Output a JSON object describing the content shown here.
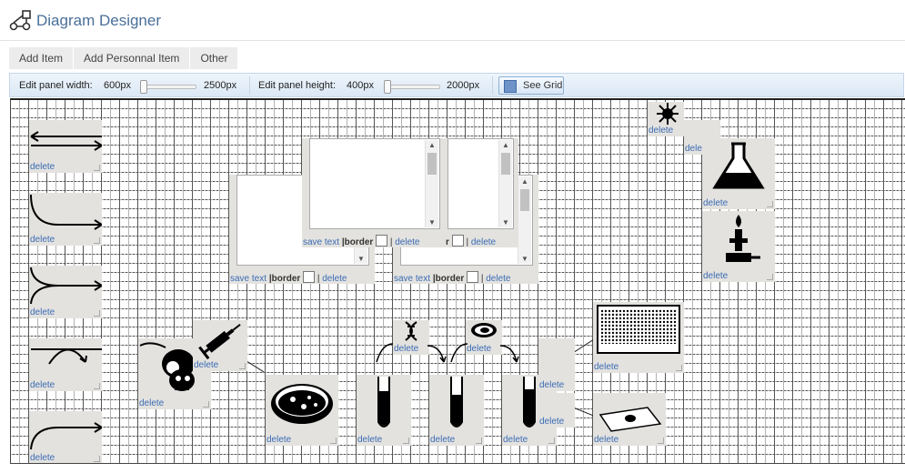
{
  "app": {
    "title": "Diagram Designer"
  },
  "menu": {
    "items": [
      "Add Item",
      "Add Personnal Item",
      "Other"
    ]
  },
  "toolbar": {
    "width_label": "Edit panel width:",
    "width_min": "600px",
    "width_max": "2500px",
    "height_label": "Edit panel height:",
    "height_min": "400px",
    "height_max": "2000px",
    "see_grid_label": "See Grid"
  },
  "canvas": {
    "delete_label": "delete",
    "save_text_label": "save text",
    "border_label": "|border",
    "pipe": "|",
    "border_partial": "r"
  },
  "icons": {
    "arrows": [
      "double-arrow-icon",
      "curve-arrow-icon",
      "split-curve-icon",
      "arc-arrow-icon",
      "bend-arrow-icon"
    ],
    "lab": [
      "mouse-icon",
      "syringe-icon",
      "petri-dish-icon",
      "test-tube-icon",
      "dna-icon",
      "cell-icon",
      "well-plate-icon",
      "microscope-slide-icon",
      "virus-icon",
      "flask-icon",
      "bunsen-burner-icon"
    ]
  }
}
